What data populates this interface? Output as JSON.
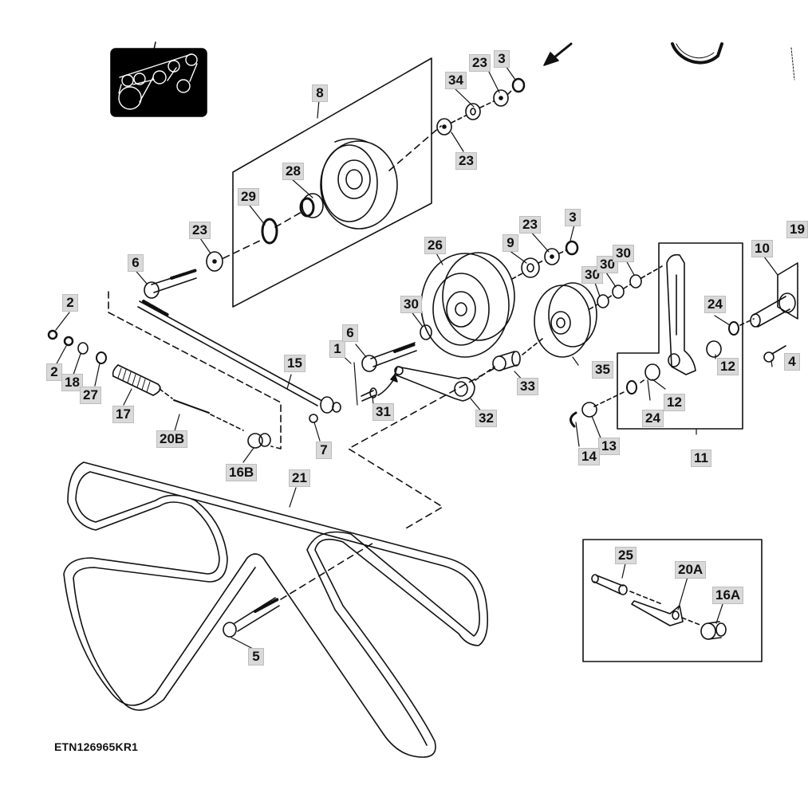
{
  "figure_id": "ETN126965KR1",
  "thumbnail": {
    "icon": "belt-routing-diagram-icon"
  },
  "direction_arrow": {
    "icon": "arrow-down-left-icon"
  },
  "callouts": [
    {
      "id": "c8",
      "label": "8",
      "part": "idler-pulley-assembly"
    },
    {
      "id": "c34",
      "label": "34"
    },
    {
      "id": "c23a",
      "label": "23"
    },
    {
      "id": "c3a",
      "label": "3"
    },
    {
      "id": "c23b",
      "label": "23"
    },
    {
      "id": "c28",
      "label": "28"
    },
    {
      "id": "c29",
      "label": "29"
    },
    {
      "id": "c23c",
      "label": "23"
    },
    {
      "id": "c6a",
      "label": "6"
    },
    {
      "id": "c26",
      "label": "26"
    },
    {
      "id": "c9",
      "label": "9"
    },
    {
      "id": "c23d",
      "label": "23"
    },
    {
      "id": "c3b",
      "label": "3"
    },
    {
      "id": "c30a",
      "label": "30"
    },
    {
      "id": "c30b",
      "label": "30"
    },
    {
      "id": "c30c",
      "label": "30"
    },
    {
      "id": "c30d",
      "label": "30"
    },
    {
      "id": "c10",
      "label": "10"
    },
    {
      "id": "c19",
      "label": "19"
    },
    {
      "id": "c24a",
      "label": "24"
    },
    {
      "id": "c12a",
      "label": "12"
    },
    {
      "id": "c4",
      "label": "4"
    },
    {
      "id": "c35",
      "label": "35"
    },
    {
      "id": "c12b",
      "label": "12"
    },
    {
      "id": "c24b",
      "label": "24"
    },
    {
      "id": "c11",
      "label": "11"
    },
    {
      "id": "c13",
      "label": "13"
    },
    {
      "id": "c14",
      "label": "14"
    },
    {
      "id": "c2a",
      "label": "2"
    },
    {
      "id": "c2b",
      "label": "2"
    },
    {
      "id": "c18",
      "label": "18"
    },
    {
      "id": "c27",
      "label": "27"
    },
    {
      "id": "c17",
      "label": "17"
    },
    {
      "id": "c20b",
      "label": "20B"
    },
    {
      "id": "c16b",
      "label": "16B"
    },
    {
      "id": "c15",
      "label": "15"
    },
    {
      "id": "c1",
      "label": "1"
    },
    {
      "id": "c6b",
      "label": "6"
    },
    {
      "id": "c7",
      "label": "7"
    },
    {
      "id": "c31",
      "label": "31"
    },
    {
      "id": "c32",
      "label": "32"
    },
    {
      "id": "c33",
      "label": "33"
    },
    {
      "id": "c21",
      "label": "21"
    },
    {
      "id": "c5",
      "label": "5"
    },
    {
      "id": "c25",
      "label": "25"
    },
    {
      "id": "c20a",
      "label": "20A"
    },
    {
      "id": "c16a",
      "label": "16A"
    }
  ]
}
